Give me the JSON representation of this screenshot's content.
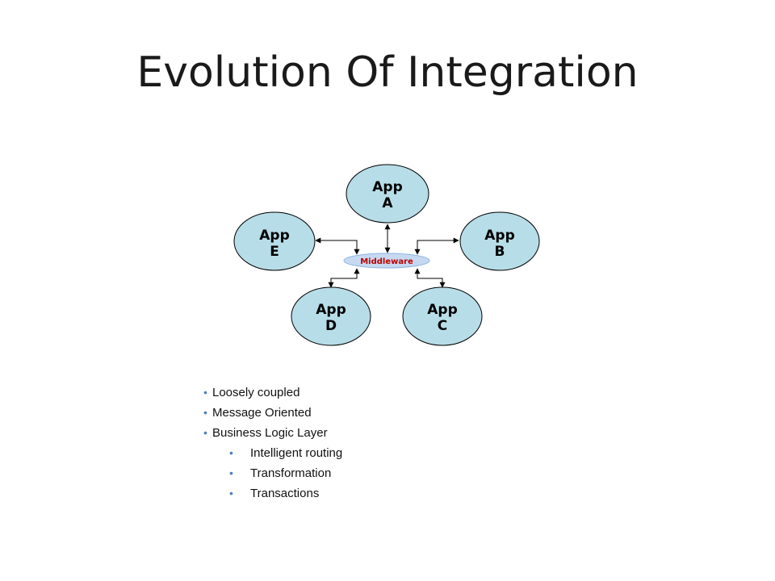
{
  "slide": {
    "title": "Evolution Of Integration"
  },
  "diagram": {
    "hub": {
      "label": "Middleware"
    },
    "nodes": [
      {
        "id": "a",
        "line1": "App",
        "line2": "A"
      },
      {
        "id": "b",
        "line1": "App",
        "line2": "B"
      },
      {
        "id": "c",
        "line1": "App",
        "line2": "C"
      },
      {
        "id": "d",
        "line1": "App",
        "line2": "D"
      },
      {
        "id": "e",
        "line1": "App",
        "line2": "E"
      }
    ],
    "colors": {
      "node_fill": "#b7dde8",
      "node_stroke": "#000000",
      "hub_fill": "#c6d9f1",
      "hub_text": "#c00000",
      "arrow": "#000000"
    }
  },
  "bullets": {
    "items": [
      {
        "text": "Loosely coupled"
      },
      {
        "text": "Message Oriented"
      },
      {
        "text": "Business Logic Layer"
      }
    ],
    "sub_items": [
      {
        "text": "Intelligent routing"
      },
      {
        "text": "Transformation"
      },
      {
        "text": "Transactions"
      }
    ],
    "bullet_color": "#4f81bd"
  }
}
